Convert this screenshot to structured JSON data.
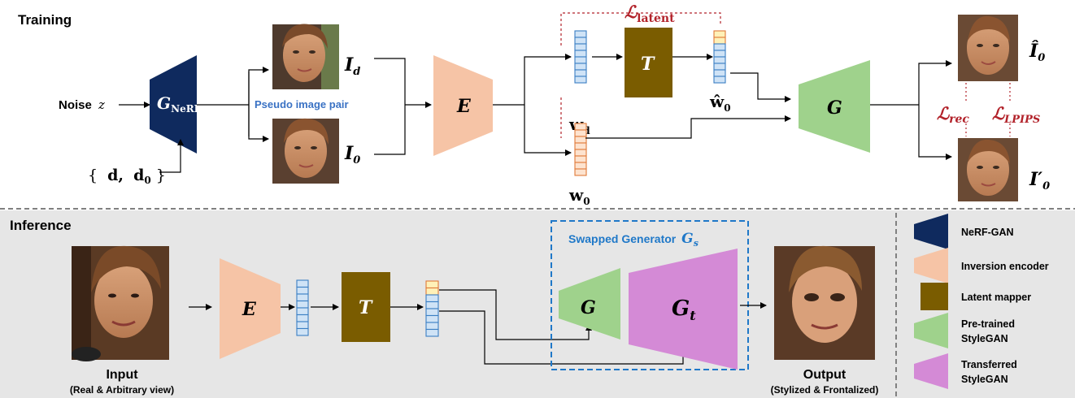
{
  "training": {
    "title": "Training",
    "noise_label": "Noise",
    "noise_var": "z",
    "gnerf": {
      "main": "G",
      "sub": "NeRF"
    },
    "directions": {
      "open": "{",
      "d": "d,",
      "d0_main": "d",
      "d0_sub": "0",
      "close": "}"
    },
    "pseudo_pair_label": "Pseudo image pair",
    "img_d": {
      "main": "I",
      "sub": "d"
    },
    "img_0": {
      "main": "I",
      "sub": "0"
    },
    "encoder": "E",
    "mapper": "T",
    "generator": "G",
    "wd": {
      "main": "w",
      "sub": "d"
    },
    "w0": {
      "main": "w",
      "sub": "0"
    },
    "w0hat": {
      "main": "ŵ",
      "sub": "0"
    },
    "loss_latent": {
      "main": "ℒ",
      "sub": "latent"
    },
    "loss_rec": {
      "main": "ℒ",
      "sub": "rec"
    },
    "loss_lpips": {
      "main": "ℒ",
      "sub": "LPIPS"
    },
    "out_hat": {
      "main": "Î",
      "sub": "0"
    },
    "out_prime": {
      "main": "I′",
      "sub": "0"
    }
  },
  "inference": {
    "title": "Inference",
    "encoder": "E",
    "mapper": "T",
    "generator": "G",
    "gt": {
      "main": "G",
      "sub": "t"
    },
    "swapped": {
      "label": "Swapped Generator",
      "main": "G",
      "sub": "s"
    },
    "input_label": "Input",
    "input_sub": "(Real & Arbitrary view)",
    "output_label": "Output",
    "output_sub": "(Stylized & Frontalized)"
  },
  "legend": [
    {
      "label_lines": [
        "NeRF-GAN"
      ],
      "color": "#0f2a5e",
      "shape": "trapezoid"
    },
    {
      "label_lines": [
        "Inversion encoder"
      ],
      "color": "#f6c4a6",
      "shape": "trapezoid"
    },
    {
      "label_lines": [
        "Latent mapper"
      ],
      "color": "#7a5c00",
      "shape": "rect"
    },
    {
      "label_lines": [
        "Pre-trained",
        "StyleGAN"
      ],
      "color": "#9fd28c",
      "shape": "trapezoid"
    },
    {
      "label_lines": [
        "Transferred",
        "StyleGAN"
      ],
      "color": "#d48ad6",
      "shape": "trapezoid"
    }
  ],
  "colors": {
    "navy": "#0f2a5e",
    "peach": "#f6c4a6",
    "olive": "#7a5c00",
    "green": "#9fd28c",
    "purple": "#d48ad6",
    "loss_red": "#b2222a",
    "pseudo_blue": "#3a72c4",
    "swapped_blue": "#1f78c8",
    "latent_blue_fill": "#cfe3f6",
    "latent_blue_stroke": "#3b7fc4",
    "latent_orange_fill": "#fde3cf",
    "latent_orange_stroke": "#e07a3a",
    "latent_yellow_fill": "#fff1b8",
    "inference_bg": "#e6e6e6"
  }
}
